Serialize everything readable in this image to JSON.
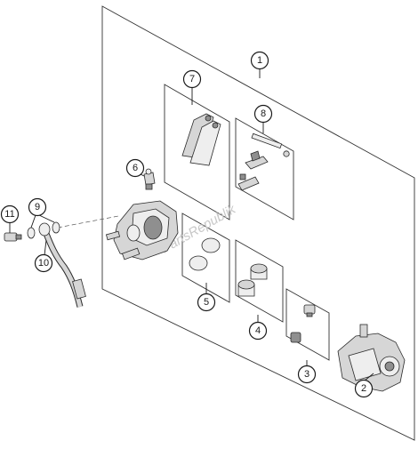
{
  "watermark": "PartsRepublik",
  "callouts": [
    {
      "id": "c1",
      "label": "1"
    },
    {
      "id": "c2",
      "label": "2"
    },
    {
      "id": "c3",
      "label": "3"
    },
    {
      "id": "c4",
      "label": "4"
    },
    {
      "id": "c5",
      "label": "5"
    },
    {
      "id": "c6",
      "label": "6"
    },
    {
      "id": "c7",
      "label": "7"
    },
    {
      "id": "c8",
      "label": "8"
    },
    {
      "id": "c9",
      "label": "9"
    },
    {
      "id": "c10",
      "label": "10"
    },
    {
      "id": "c11",
      "label": "11"
    }
  ]
}
